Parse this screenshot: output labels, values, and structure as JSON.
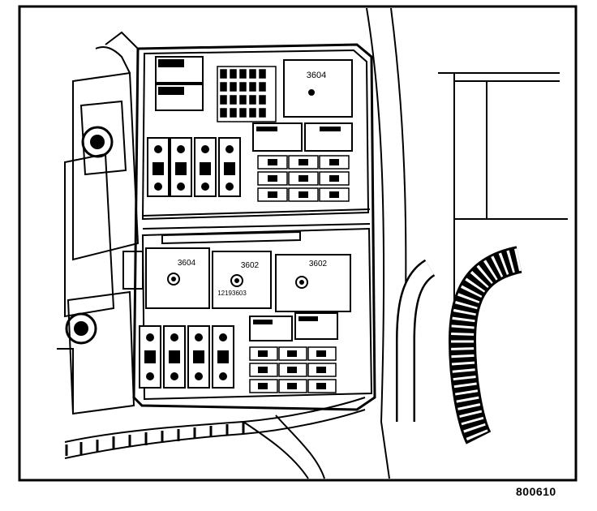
{
  "diagram": {
    "relay_upper": "3604",
    "relay_lower_left": "3604",
    "relay_lower_mid": "3602",
    "relay_lower_right": "3602",
    "part_number": "12193603"
  },
  "figure_code": "800610",
  "colors": {
    "ink": "#000000",
    "paper": "#ffffff",
    "shade": "#1a1a1a"
  }
}
